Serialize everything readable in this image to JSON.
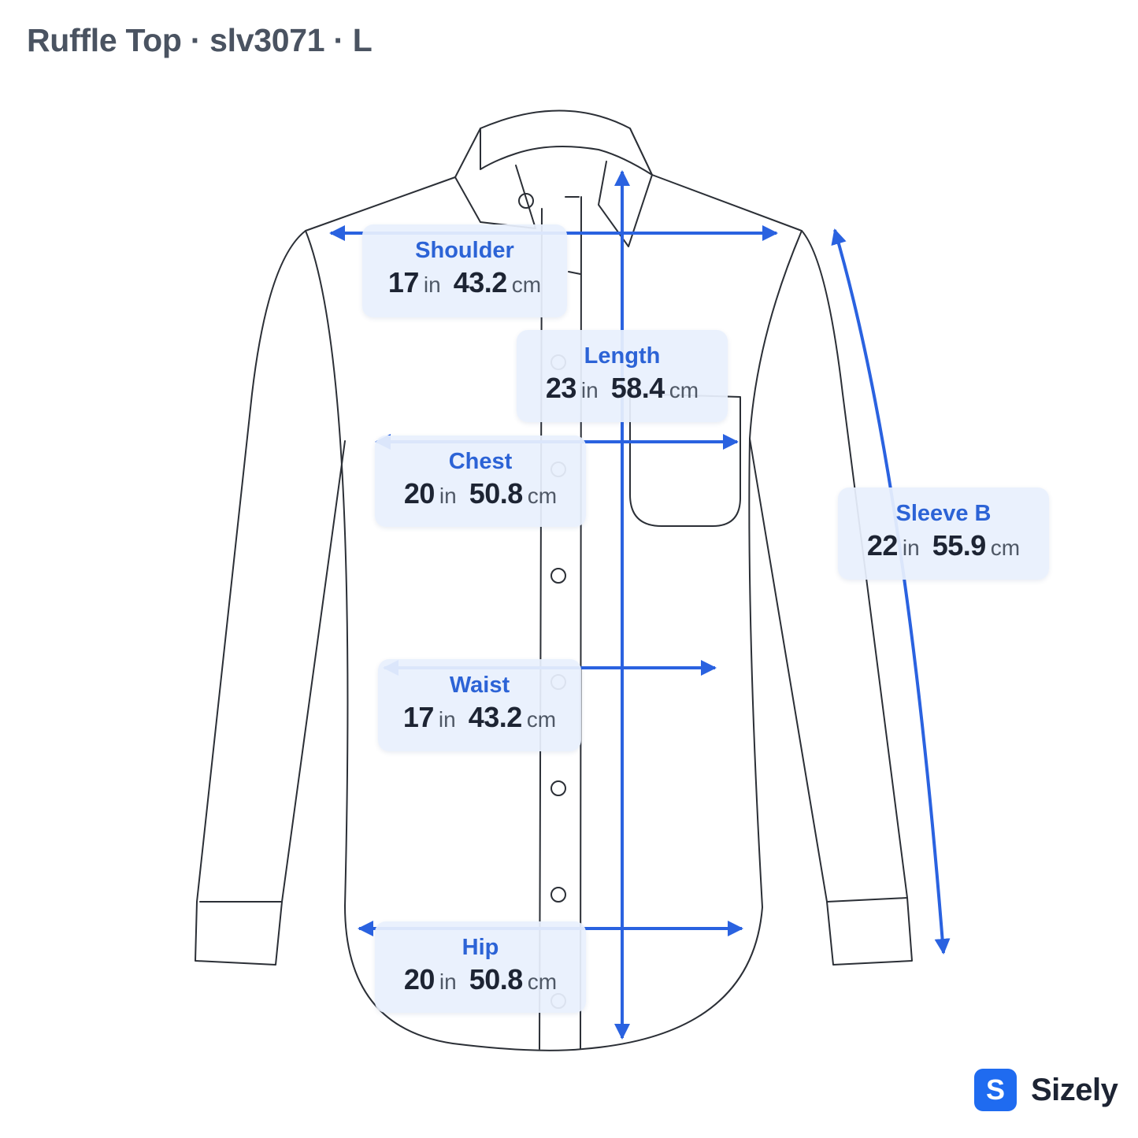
{
  "header": {
    "title": "Ruffle Top · slv3071 · L"
  },
  "colors": {
    "accent": "#2c63d6",
    "arrow": "#2a62e0",
    "outline": "#2b2f36",
    "label_bg": "#e8f0fd"
  },
  "measurements": [
    {
      "key": "shoulder",
      "label": "Shoulder",
      "in": "17",
      "in_unit": "in",
      "cm": "43.2",
      "cm_unit": "cm"
    },
    {
      "key": "length",
      "label": "Length",
      "in": "23",
      "in_unit": "in",
      "cm": "58.4",
      "cm_unit": "cm"
    },
    {
      "key": "chest",
      "label": "Chest",
      "in": "20",
      "in_unit": "in",
      "cm": "50.8",
      "cm_unit": "cm"
    },
    {
      "key": "sleeve_b",
      "label": "Sleeve B",
      "in": "22",
      "in_unit": "in",
      "cm": "55.9",
      "cm_unit": "cm"
    },
    {
      "key": "waist",
      "label": "Waist",
      "in": "17",
      "in_unit": "in",
      "cm": "43.2",
      "cm_unit": "cm"
    },
    {
      "key": "hip",
      "label": "Hip",
      "in": "20",
      "in_unit": "in",
      "cm": "50.8",
      "cm_unit": "cm"
    }
  ],
  "brand": {
    "logo_letter": "S",
    "name": "Sizely"
  }
}
